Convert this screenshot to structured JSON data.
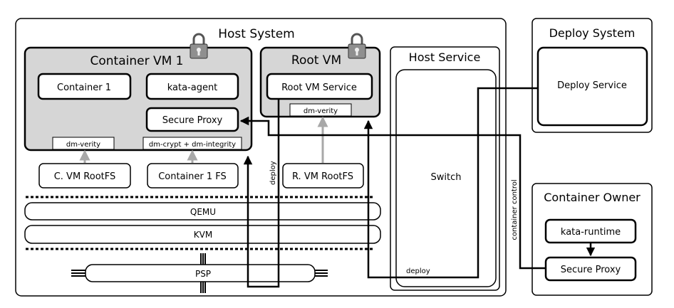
{
  "host_system": {
    "title": "Host System"
  },
  "container_vm": {
    "title": "Container VM 1",
    "container": "Container 1",
    "agent": "kata-agent",
    "secure_proxy": "Secure Proxy",
    "dm_verity": "dm-verity",
    "dm_crypt": "dm-crypt + dm-integrity"
  },
  "root_vm": {
    "title": "Root VM",
    "service": "Root VM Service",
    "dm_verity": "dm-verity"
  },
  "filesystems": {
    "cvm_rootfs": "C. VM RootFS",
    "container_fs": "Container 1 FS",
    "rvm_rootfs": "R. VM RootFS"
  },
  "layers": {
    "qemu": "QEMU",
    "kvm": "KVM",
    "psp": "PSP"
  },
  "host_service": {
    "title": "Host Service",
    "switch": "Switch"
  },
  "deploy_system": {
    "title": "Deploy System",
    "service": "Deploy Service"
  },
  "container_owner": {
    "title": "Container Owner",
    "runtime": "kata-runtime",
    "secure_proxy": "Secure Proxy"
  },
  "labels": {
    "deploy_vertical": "deploy",
    "deploy_bottom": "deploy",
    "container_control": "container control"
  },
  "icons": {
    "lock": "padlock-icon"
  },
  "colors": {
    "vm_fill": "#d6d6d6",
    "stroke": "#000000",
    "arrow_gray": "#a8a8a8"
  }
}
